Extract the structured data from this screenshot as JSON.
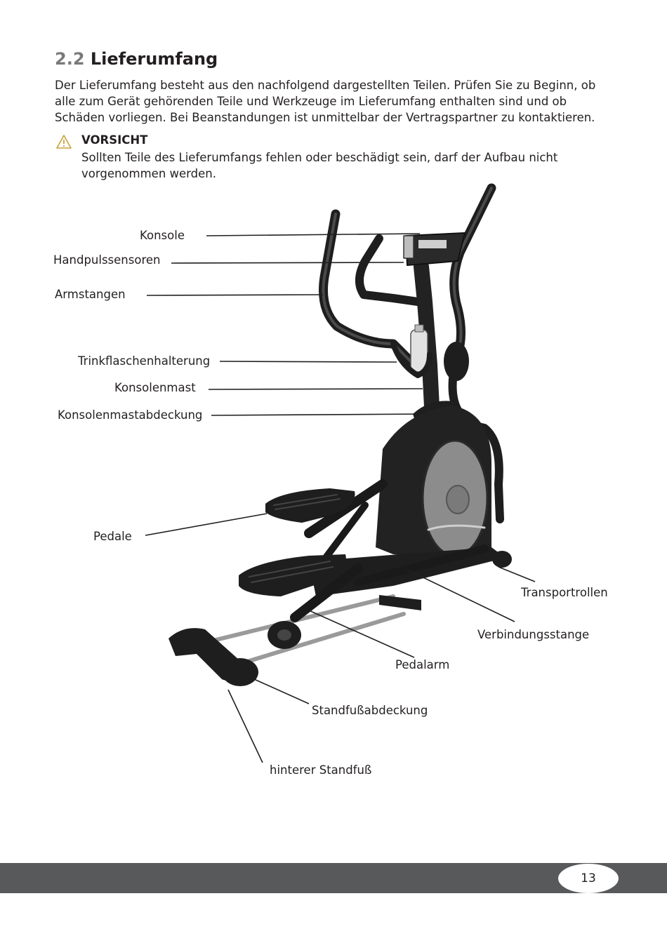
{
  "section": {
    "number": "2.2",
    "title": "Lieferumfang"
  },
  "intro": "Der Lieferumfang besteht aus den nachfolgend dargestellten Teilen. Prüfen Sie zu Beginn, ob alle zum Gerät gehörenden Teile und Werkzeuge im Lieferumfang enthalten sind und ob Schäden vorliegen. Bei Beanstandungen ist unmittelbar der Vertragspartner zu kontaktieren.",
  "caution": {
    "icon": "warning-triangle-icon",
    "title": "VORSICHT",
    "text": "Sollten Teile des Lieferumfangs fehlen oder beschädigt sein, darf der Aufbau nicht vorgenommen werden."
  },
  "labels": {
    "konsole": "Konsole",
    "handpulssensoren": "Handpulssensoren",
    "armstangen": "Armstangen",
    "trinkflaschenhalterung": "Trinkflaschenhalterung",
    "konsolenmast": "Konsolenmast",
    "konsolenmastabdeckung": "Konsolenmastabdeckung",
    "pedale": "Pedale",
    "transportrollen": "Transportrollen",
    "verbindungsstange": "Verbindungsstange",
    "pedalarm": "Pedalarm",
    "standfussabdeckung": "Standfußabdeckung",
    "hinterer_standfuss": "hinterer Standfuß"
  },
  "footer": {
    "page_number": "13"
  },
  "colors": {
    "footer_bar": "#58595b",
    "warning": "#c8a23a"
  }
}
